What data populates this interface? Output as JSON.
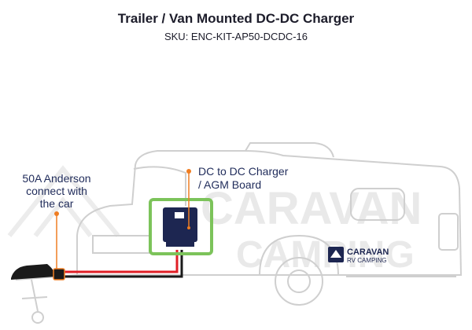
{
  "header": {
    "title": "Trailer / Van Mounted DC-DC Charger",
    "sku": "SKU: ENC-KIT-AP50-DCDC-16"
  },
  "labels": {
    "anderson_line1": "50A Anderson",
    "anderson_line2": "connect with",
    "anderson_line3": "the car",
    "charger_line1": "DC to DC Charger",
    "charger_line2": "/ AGM Board"
  },
  "watermark": {
    "line1": "CARAVAN",
    "line2": "CAMPING"
  },
  "logo": {
    "line1": "CARAVAN",
    "line2": "RV CAMPING"
  },
  "colors": {
    "outline": "#cfcfcf",
    "accent_orange": "#ef7d22",
    "highlight_green": "#7cc35a",
    "positive_wire": "#e01f26",
    "negative_wire": "#1a1a1a",
    "device_navy": "#1d2651",
    "text_navy": "#1f2b5a"
  }
}
